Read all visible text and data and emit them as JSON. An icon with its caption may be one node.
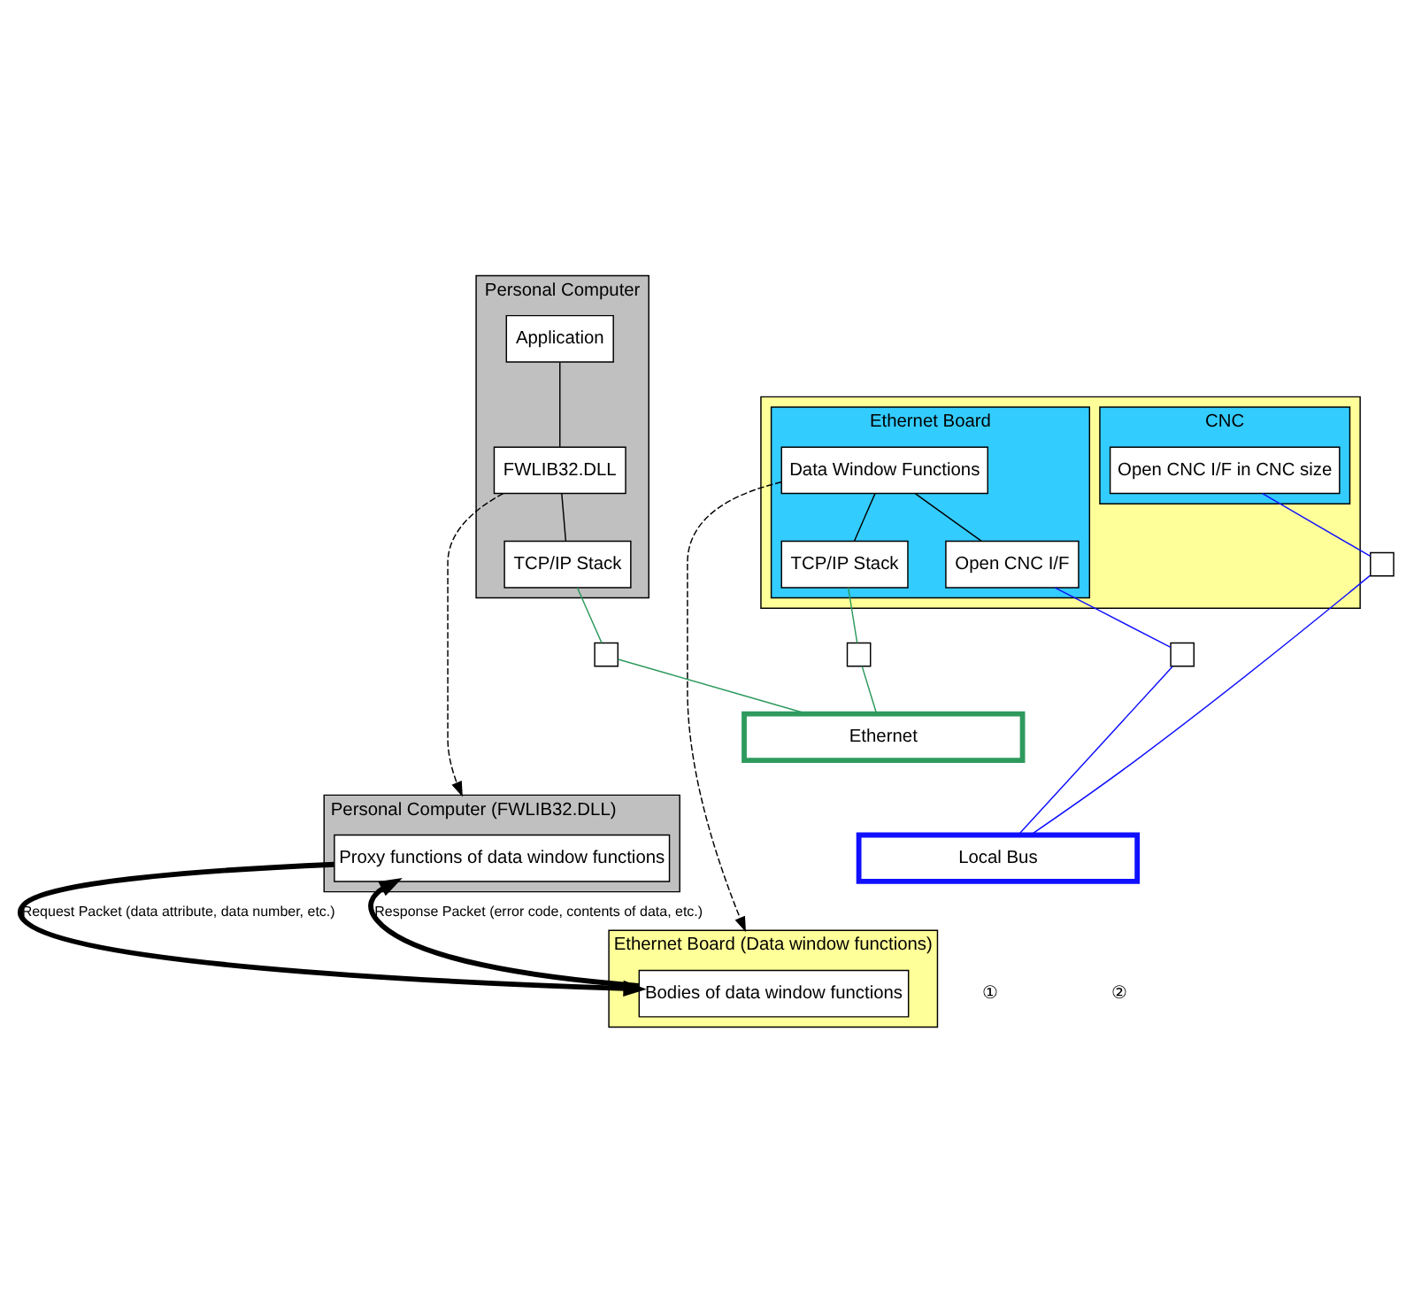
{
  "diagram": {
    "nodes": [
      {
        "text": [
          "Personal Computer"
        ]
      },
      {
        "text": [
          "Application"
        ],
        "in": 0
      },
      {
        "text": [
          "FWLIB32.DLL"
        ],
        "in": 0
      },
      {
        "text": [
          "TCP/IP Stack"
        ],
        "in": 0
      },
      {
        "text": [],
        "shape": "box"
      },
      {
        "text": [
          "Ethernet Board"
        ],
        "in": 4
      },
      {
        "text": [
          "Data Window Functions"
        ],
        "in": 5
      },
      {
        "text": [
          "TCP/IP Stack"
        ],
        "in": 5
      },
      {
        "text": [
          "Open CNC I/F"
        ],
        "in": 5
      },
      {
        "text": [
          "CNC"
        ],
        "in": 4
      },
      {
        "text": [
          "Open CNC I/F in CNC size"
        ],
        "in": 9
      },
      {
        "text": [],
        "shape": "box"
      },
      {
        "text": [],
        "shape": "box"
      },
      {
        "text": [],
        "shape": "box"
      },
      {
        "text": [],
        "shape": "box"
      },
      {
        "text": [
          "Ethernet"
        ]
      },
      {
        "text": [
          "Local Bus"
        ]
      },
      {
        "text": [
          "Personal Computer (FWLIB32.DLL)"
        ]
      },
      {
        "text": [
          "Proxy functions of data window functions"
        ],
        "in": 17
      },
      {
        "text": [
          "Ethernet Board (Data window functions)"
        ]
      },
      {
        "text": [
          "Bodies of data window functions"
        ],
        "in": 19
      }
    ],
    "edges": [
      {
        "from": 1,
        "to": 2,
        "arrow": "none"
      },
      {
        "from": 2,
        "to": 3,
        "arrow": "none"
      },
      {
        "from": 6,
        "to": 7,
        "arrow": "none"
      },
      {
        "from": 6,
        "to": 8,
        "arrow": "none"
      },
      {
        "from": 3,
        "to": 11,
        "arrow": "none",
        "color": "#2e9a5e"
      },
      {
        "from": 7,
        "to": 12,
        "arrow": "none",
        "color": "#2e9a5e"
      },
      {
        "from": 8,
        "to": 13,
        "arrow": "none",
        "color": "#1010ff"
      },
      {
        "from": 10,
        "to": 14,
        "arrow": "none",
        "color": "#1010ff"
      },
      {
        "from": 11,
        "to": 15,
        "arrow": "none",
        "color": "#2e9a5e"
      },
      {
        "from": 12,
        "to": 15,
        "arrow": "none",
        "color": "#2e9a5e"
      },
      {
        "from": 13,
        "to": 16,
        "arrow": "none",
        "color": "#1010ff"
      },
      {
        "from": 14,
        "to": 16,
        "arrow": "none",
        "color": "#1010ff"
      },
      {
        "from": 2,
        "to": 17,
        "arrow": "to",
        "style": "dashed"
      },
      {
        "from": 6,
        "to": 19,
        "arrow": "to",
        "style": "dashed"
      },
      {
        "from": 18,
        "to": 20,
        "arrow": "to",
        "style": "thick",
        "label": "Request Packet (data attribute, data number, etc.)"
      },
      {
        "from": 20,
        "to": 18,
        "arrow": "to",
        "style": "thick",
        "label": "Response Packet (error code, contents of data, etc.)"
      }
    ],
    "labels": [
      "①",
      "②"
    ]
  }
}
